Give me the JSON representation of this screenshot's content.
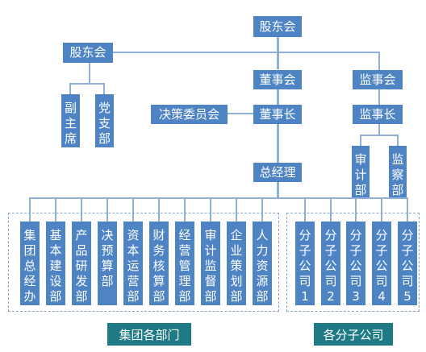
{
  "colors": {
    "box": "#4e84c4",
    "line": "#8fb0d6",
    "group_label": "#1e7b86"
  },
  "nodes": {
    "top_shareholders": "股东会",
    "left_shareholders": "股东会",
    "vice_chairman": "副主席",
    "party_branch": "党支部",
    "board": "董事会",
    "supervisory_board": "监事会",
    "decision_committee": "决策委员会",
    "chairman": "董事长",
    "chief_supervisor": "监事长",
    "audit_dept": "审计部",
    "inspection_dept": "监察部",
    "general_manager": "总经理"
  },
  "departments": [
    "集团总经办",
    "基本建设部",
    "产品研发部",
    "决预算部",
    "资本运营部",
    "财务核算部",
    "经营管理部",
    "审计监督部",
    "企业策划部",
    "人力资源部"
  ],
  "subsidiaries": [
    "分子公司1",
    "分子公司2",
    "分子公司3",
    "分子公司4",
    "分子公司5"
  ],
  "labels": {
    "departments_group": "集团各部门",
    "subsidiaries_group": "各分子公司"
  }
}
